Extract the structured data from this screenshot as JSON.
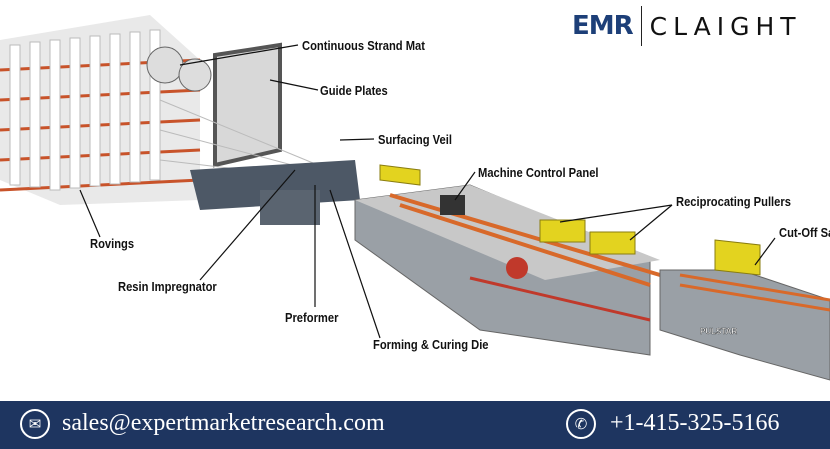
{
  "logo": {
    "brand": "EMR",
    "partner": "CLAIGHT"
  },
  "labels": {
    "continuous_strand_mat": "Continuous Strand Mat",
    "guide_plates": "Guide Plates",
    "surfacing_veil": "Surfacing Veil",
    "machine_control_panel": "Machine Control Panel",
    "reciprocating_pullers": "Reciprocating Pullers",
    "cut_off_saw": "Cut-Off Saw",
    "rovings": "Rovings",
    "resin_impregnator": "Resin Impregnator",
    "preformer": "Preformer",
    "forming_curing_die": "Forming & Curing Die"
  },
  "machine_brand": "PULSTAR",
  "footer": {
    "email": "sales@expertmarketresearch.com",
    "phone": "+1-415-325-5166",
    "email_icon": "envelope-icon",
    "phone_icon": "phone-icon"
  },
  "colors": {
    "footer": "#1e3560",
    "rack": "#c8532a",
    "machine": "#9aa0a6",
    "puller": "#e3d31f"
  }
}
